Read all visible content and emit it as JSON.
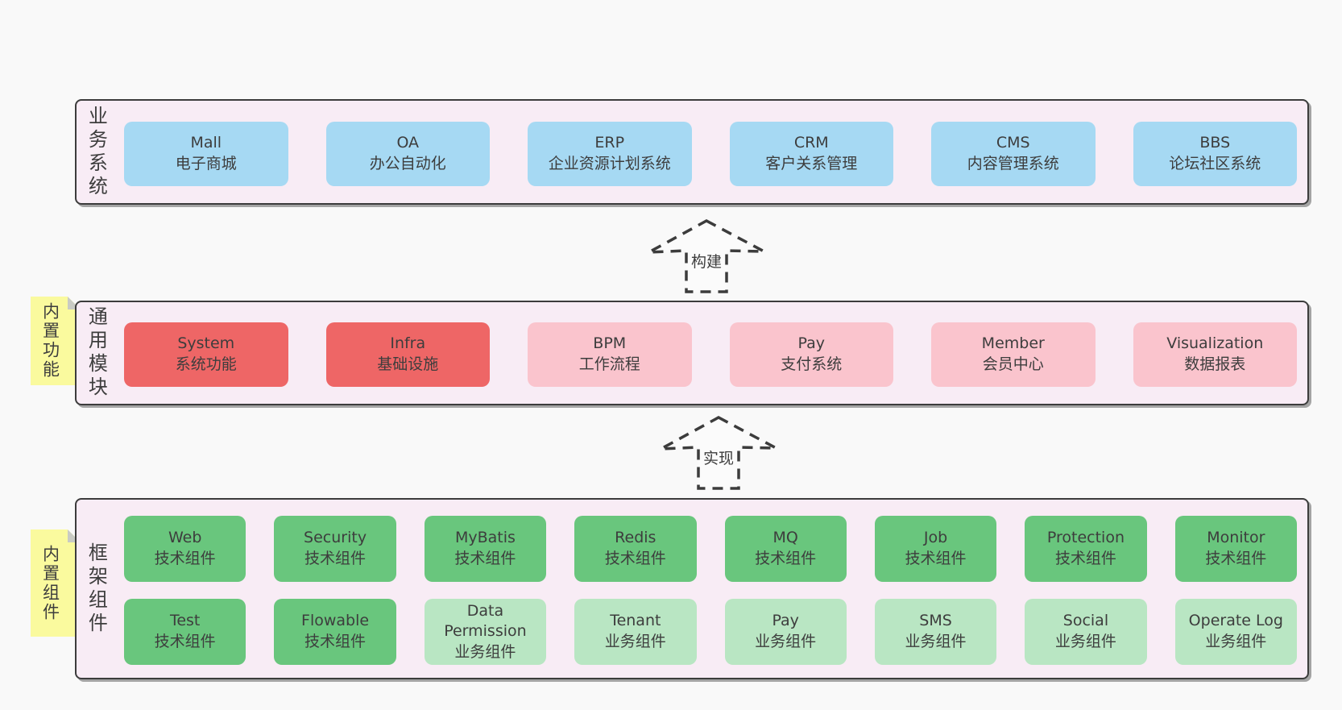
{
  "colors": {
    "page_bg": "#f9f9f9",
    "panel_bg": "#f8ecf5",
    "panel_border": "#3c3c3c",
    "text": "#3d3d3d",
    "blue": "#a6d9f3",
    "red": "#ee6666",
    "pink": "#fac4cd",
    "green": "#69c67d",
    "light_green": "#b9e6c3",
    "sticky_yellow": "#fafa9e"
  },
  "arrows": [
    {
      "label": "构建"
    },
    {
      "label": "实现"
    }
  ],
  "panels": [
    {
      "id": "business-systems",
      "label": "业务系统",
      "rows": [
        [
          {
            "name": "Mall",
            "desc": "电子商城",
            "variant": "blue"
          },
          {
            "name": "OA",
            "desc": "办公自动化",
            "variant": "blue"
          },
          {
            "name": "ERP",
            "desc": "企业资源计划系统",
            "variant": "blue"
          },
          {
            "name": "CRM",
            "desc": "客户关系管理",
            "variant": "blue"
          },
          {
            "name": "CMS",
            "desc": "内容管理系统",
            "variant": "blue"
          },
          {
            "name": "BBS",
            "desc": "论坛社区系统",
            "variant": "blue"
          }
        ]
      ]
    },
    {
      "id": "common-modules",
      "label": "通用模块",
      "sticky": "内置功能",
      "rows": [
        [
          {
            "name": "System",
            "desc": "系统功能",
            "variant": "red"
          },
          {
            "name": "Infra",
            "desc": "基础设施",
            "variant": "red"
          },
          {
            "name": "BPM",
            "desc": "工作流程",
            "variant": "pink"
          },
          {
            "name": "Pay",
            "desc": "支付系统",
            "variant": "pink"
          },
          {
            "name": "Member",
            "desc": "会员中心",
            "variant": "pink"
          },
          {
            "name": "Visualization",
            "desc": "数据报表",
            "variant": "pink"
          }
        ]
      ]
    },
    {
      "id": "framework-components",
      "label": "框架组件",
      "sticky": "内置组件",
      "rows": [
        [
          {
            "name": "Web",
            "desc": "技术组件",
            "variant": "green"
          },
          {
            "name": "Security",
            "desc": "技术组件",
            "variant": "green"
          },
          {
            "name": "MyBatis",
            "desc": "技术组件",
            "variant": "green"
          },
          {
            "name": "Redis",
            "desc": "技术组件",
            "variant": "green"
          },
          {
            "name": "MQ",
            "desc": "技术组件",
            "variant": "green"
          },
          {
            "name": "Job",
            "desc": "技术组件",
            "variant": "green"
          },
          {
            "name": "Protection",
            "desc": "技术组件",
            "variant": "green"
          },
          {
            "name": "Monitor",
            "desc": "技术组件",
            "variant": "green"
          }
        ],
        [
          {
            "name": "Test",
            "desc": "技术组件",
            "variant": "green"
          },
          {
            "name": "Flowable",
            "desc": "技术组件",
            "variant": "green"
          },
          {
            "name": "Data Permission",
            "desc": "业务组件",
            "variant": "light_green"
          },
          {
            "name": "Tenant",
            "desc": "业务组件",
            "variant": "light_green"
          },
          {
            "name": "Pay",
            "desc": "业务组件",
            "variant": "light_green"
          },
          {
            "name": "SMS",
            "desc": "业务组件",
            "variant": "light_green"
          },
          {
            "name": "Social",
            "desc": "业务组件",
            "variant": "light_green"
          },
          {
            "name": "Operate Log",
            "desc": "业务组件",
            "variant": "light_green"
          }
        ]
      ]
    }
  ]
}
